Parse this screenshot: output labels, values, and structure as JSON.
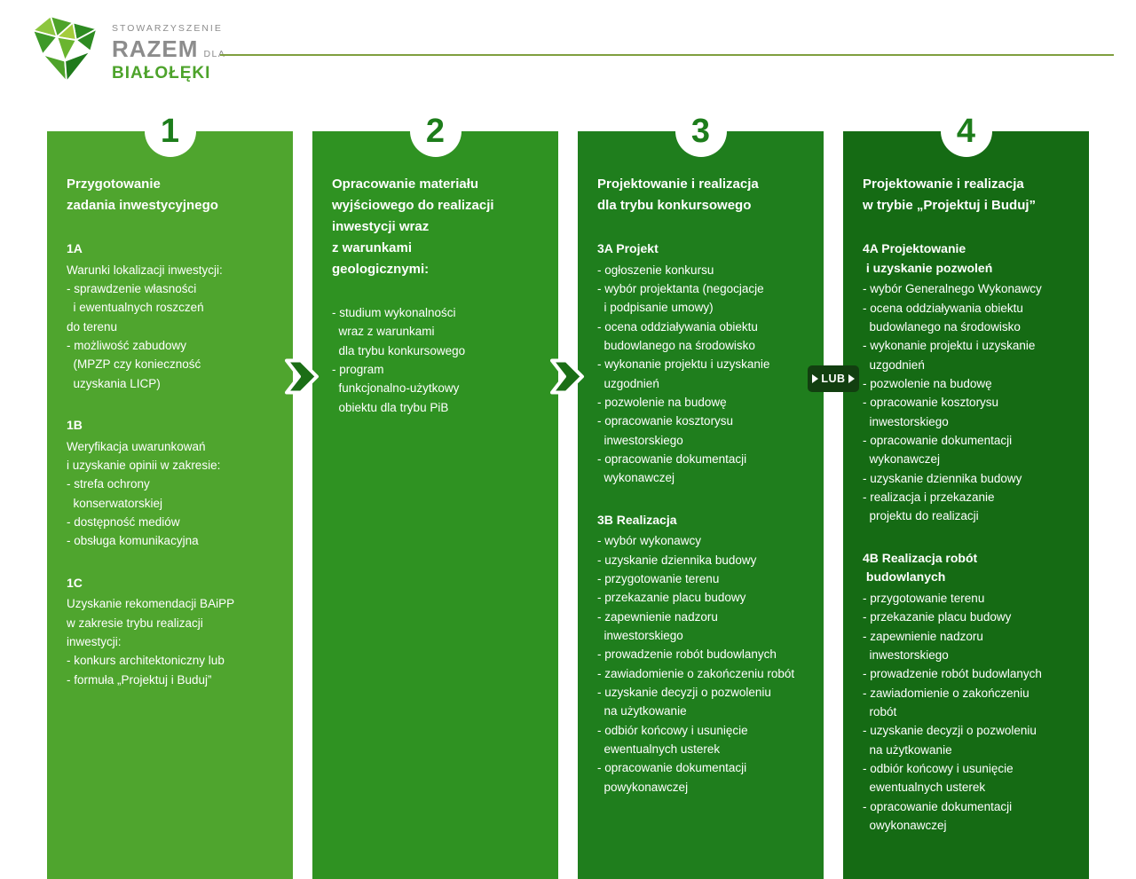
{
  "logo": {
    "small_top": "STOWARZYSZENIE",
    "big": "RAZEM",
    "small_mid": "DLA",
    "bottom": "BIAŁOŁĘKI"
  },
  "connector": {
    "lub_label": "LUB"
  },
  "colors": {
    "col1": "#4fa52e",
    "col2": "#2f9222",
    "col3": "#1f7e1d",
    "col4": "#156b14",
    "arrow": "#1b6e16",
    "lub_badge": "#123f10",
    "rule": "#7f9f3f",
    "number": "#1d7d1b",
    "logo_green": "#4da32b",
    "logo_gray": "#8c8c8c"
  },
  "columns": [
    {
      "number": "1",
      "title": "Przygotowanie\nzadania inwestycyjnego",
      "sections": [
        {
          "heading": "1A",
          "body": "Warunki lokalizacji inwestycji:\n- sprawdzenie własności\n  i ewentualnych roszczeń\ndo terenu\n- możliwość zabudowy\n  (MPZP czy konieczność\n  uzyskania LICP)"
        },
        {
          "heading": "1B",
          "body": "Weryfikacja uwarunkowań\ni uzyskanie opinii w zakresie:\n- strefa ochrony\n  konserwatorskiej\n- dostępność mediów\n- obsługa komunikacyjna"
        },
        {
          "heading": "1C",
          "body": "Uzyskanie rekomendacji BAiPP\nw zakresie trybu realizacji\ninwestycji:\n- konkurs architektoniczny lub\n- formuła „Projektuj i Buduj”"
        }
      ]
    },
    {
      "number": "2",
      "title": "Opracowanie materiału\nwyjściowego do realizacji\ninwestycji wraz\nz warunkami\ngeologicznymi:",
      "sections": [
        {
          "heading": "",
          "body": "- studium wykonalności\n  wraz z warunkami\n  dla trybu konkursowego\n- program\n  funkcjonalno-użytkowy\n  obiektu dla trybu PiB"
        }
      ]
    },
    {
      "number": "3",
      "title": "Projektowanie i realizacja\ndla trybu konkursowego",
      "sections": [
        {
          "heading": "3A Projekt",
          "body": "- ogłoszenie konkursu\n- wybór projektanta (negocjacje\n  i podpisanie umowy)\n- ocena oddziaływania obiektu\n  budowlanego na środowisko\n- wykonanie projektu i uzyskanie\n  uzgodnień\n- pozwolenie na budowę\n- opracowanie kosztorysu\n  inwestorskiego\n- opracowanie dokumentacji\n  wykonawczej"
        },
        {
          "heading": "3B Realizacja",
          "body": "- wybór wykonawcy\n- uzyskanie dziennika budowy\n- przygotowanie terenu\n- przekazanie placu budowy\n- zapewnienie nadzoru\n  inwestorskiego\n- prowadzenie robót budowlanych\n- zawiadomienie o zakończeniu robót\n- uzyskanie decyzji o pozwoleniu\n  na użytkowanie\n- odbiór końcowy i usunięcie\n  ewentualnych usterek\n- opracowanie dokumentacji\n  powykonawczej"
        }
      ]
    },
    {
      "number": "4",
      "title": "Projektowanie i realizacja\nw trybie „Projektuj i Buduj”",
      "sections": [
        {
          "heading": "4A Projektowanie\n i uzyskanie pozwoleń",
          "body": "- wybór Generalnego Wykonawcy\n- ocena oddziaływania obiektu\n  budowlanego na środowisko\n- wykonanie projektu i uzyskanie\n  uzgodnień\n- pozwolenie na budowę\n- opracowanie kosztorysu\n  inwestorskiego\n- opracowanie dokumentacji\n  wykonawczej\n- uzyskanie dziennika budowy\n- realizacja i przekazanie\n  projektu do realizacji"
        },
        {
          "heading": "4B Realizacja robót\n budowlanych",
          "body": "- przygotowanie terenu\n- przekazanie placu budowy\n- zapewnienie nadzoru\n  inwestorskiego\n- prowadzenie robót budowlanych\n- zawiadomienie o zakończeniu\n  robót\n- uzyskanie decyzji o pozwoleniu\n  na użytkowanie\n- odbiór końcowy i usunięcie\n  ewentualnych usterek\n- opracowanie dokumentacji\n  owykonawczej"
        }
      ]
    }
  ]
}
